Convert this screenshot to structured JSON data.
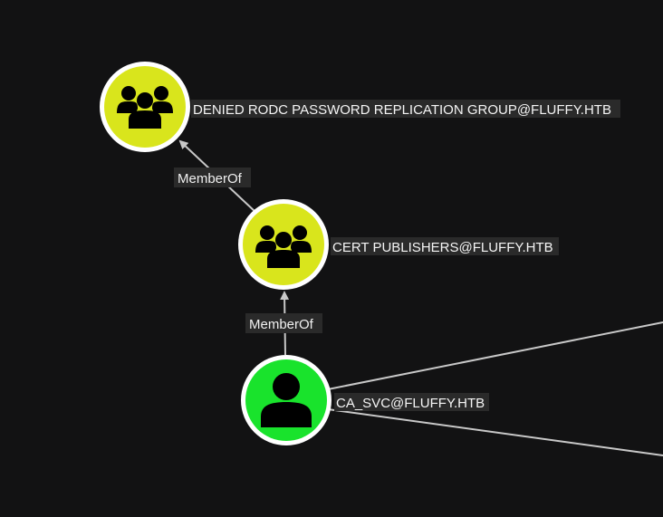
{
  "colors": {
    "background": "#121213",
    "group_node": "#d9e51c",
    "user_node": "#19e32c",
    "edge": "#c8c8c8",
    "node_ring": "#ffffff"
  },
  "nodes": {
    "denied_rodc": {
      "label": "DENIED RODC PASSWORD REPLICATION GROUP@FLUFFY.HTB",
      "type": "group",
      "icon": "users-group-icon"
    },
    "cert_publishers": {
      "label": "CERT PUBLISHERS@FLUFFY.HTB",
      "type": "group",
      "icon": "users-group-icon"
    },
    "ca_svc": {
      "label": "CA_SVC@FLUFFY.HTB",
      "type": "user",
      "icon": "user-icon"
    }
  },
  "edges": {
    "cert_to_denied": {
      "label": "MemberOf"
    },
    "ca_to_cert": {
      "label": "MemberOf"
    }
  }
}
